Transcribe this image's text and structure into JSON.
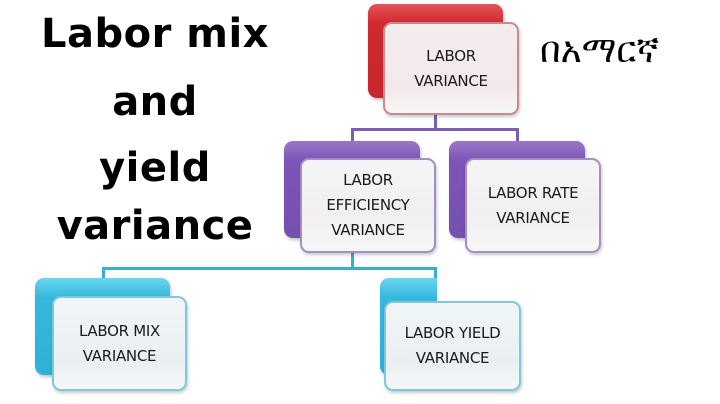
{
  "title": {
    "lines": [
      "Labor mix",
      "and",
      "yield",
      "variance"
    ]
  },
  "language_label": "በአማርኛ",
  "diagram": {
    "root": {
      "lines": [
        "LABOR",
        "VARIANCE"
      ],
      "color": "#c8262c"
    },
    "level2": [
      {
        "lines": [
          "LABOR",
          "EFFICIENCY",
          "VARIANCE"
        ],
        "color": "#7550ad"
      },
      {
        "lines": [
          "LABOR RATE",
          "VARIANCE"
        ],
        "color": "#7550ad"
      }
    ],
    "level3": [
      {
        "lines": [
          "LABOR MIX",
          "VARIANCE"
        ],
        "color": "#2fb0d6"
      },
      {
        "lines": [
          "LABOR YIELD",
          "VARIANCE"
        ],
        "color": "#2fb0d6"
      }
    ],
    "connector_colors": {
      "level2": "#7e5cb3",
      "level3": "#3aaed0"
    }
  }
}
